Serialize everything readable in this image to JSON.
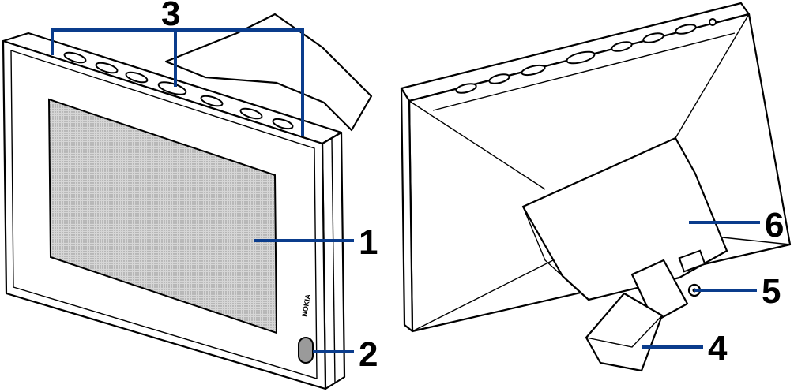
{
  "callouts": {
    "c1": "1",
    "c2": "2",
    "c3": "3",
    "c4": "4",
    "c5": "5",
    "c6": "6"
  },
  "front_view": {
    "brand_mark": "NOKIA"
  },
  "colors": {
    "callout_line": "#0a3c8c",
    "outline": "#000000",
    "screen_fill": "#c8c8c8"
  }
}
